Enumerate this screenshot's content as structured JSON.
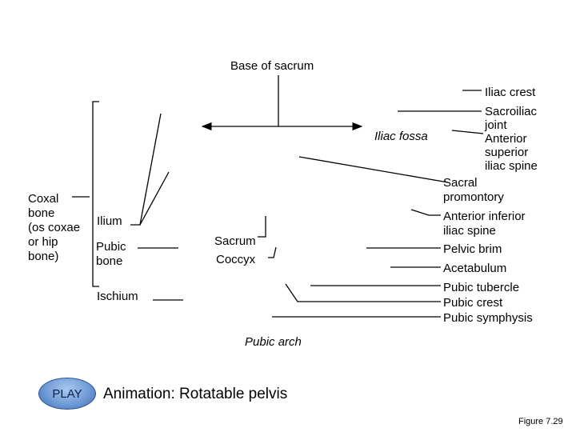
{
  "labels": {
    "base_of_sacrum": "Base of sacrum",
    "iliac_crest": "Iliac crest",
    "sacroiliac_joint": "Sacroiliac\njoint",
    "iliac_fossa": "Iliac fossa",
    "anterior_superior_iliac_spine": "Anterior\nsuperior\niliac spine",
    "sacral_promontory": "Sacral\npromontory",
    "coxal_bone": "Coxal\nbone\n(os coxae\nor hip\nbone)",
    "ilium": "Ilium",
    "pubic_bone": "Pubic\nbone",
    "ischium": "Ischium",
    "sacrum": "Sacrum",
    "coccyx": "Coccyx",
    "anterior_inferior_iliac_spine": "Anterior inferior\niliac spine",
    "pelvic_brim": "Pelvic brim",
    "acetabulum": "Acetabulum",
    "pubic_tubercle": "Pubic tubercle",
    "pubic_crest": "Pubic crest",
    "pubic_symphysis": "Pubic symphysis",
    "pubic_arch": "Pubic arch"
  },
  "play_button": {
    "label": "PLAY"
  },
  "animation_link": {
    "label": "Animation: Rotatable pelvis"
  },
  "figure_caption": "Figure 7.29"
}
